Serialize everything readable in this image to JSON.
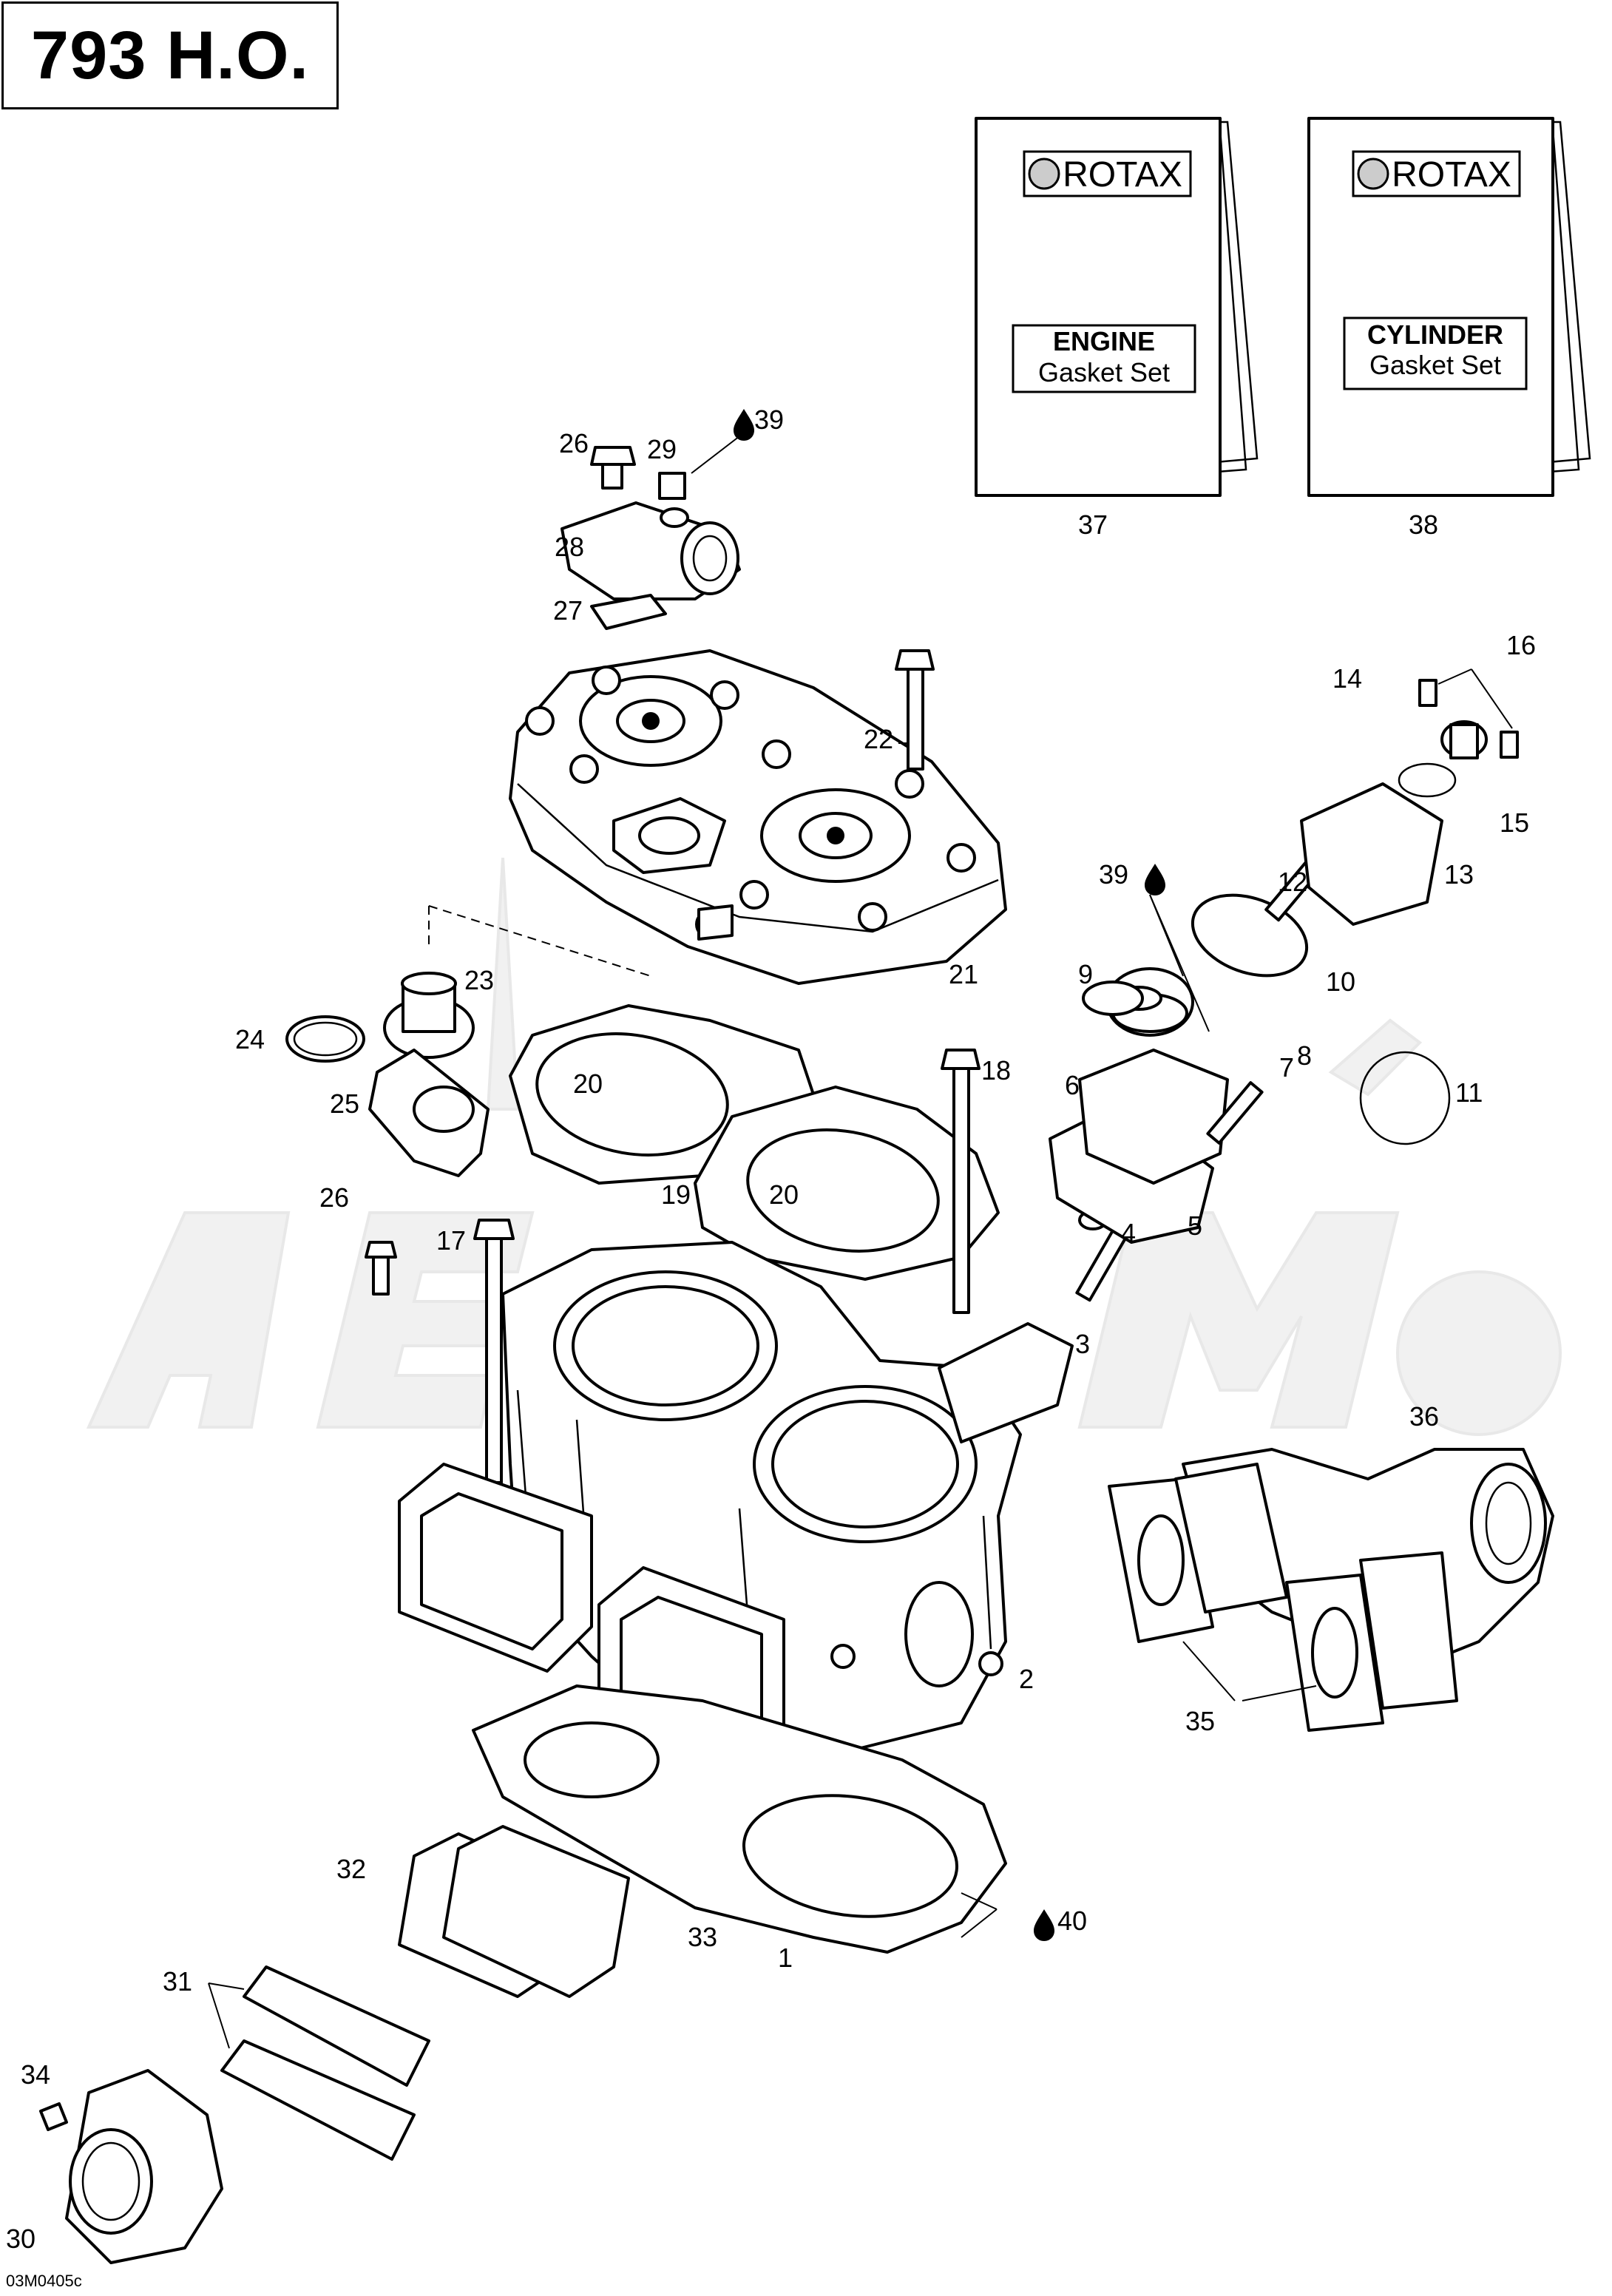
{
  "title": "793 H.O.",
  "doc_code": "03M0405c",
  "kits": [
    {
      "brand": "ROTAX",
      "line1": "ENGINE",
      "line2": "Gasket Set",
      "callout": "37"
    },
    {
      "brand": "ROTAX",
      "line1": "CYLINDER",
      "line2": "Gasket Set",
      "callout": "38"
    }
  ],
  "callouts": {
    "c1": "1",
    "c2": "2",
    "c3": "3",
    "c4": "4",
    "c5": "5",
    "c6": "6",
    "c7": "7",
    "c8": "8",
    "c9": "9",
    "c10": "10",
    "c11": "11",
    "c12": "12",
    "c13": "13",
    "c14": "14",
    "c15": "15",
    "c16": "16",
    "c17": "17",
    "c18": "18",
    "c19": "19",
    "c20a": "20",
    "c20b": "20",
    "c21": "21",
    "c22": "22",
    "c23": "23",
    "c24": "24",
    "c25": "25",
    "c26a": "26",
    "c26b": "26",
    "c27": "27",
    "c28": "28",
    "c29": "29",
    "c30": "30",
    "c31": "31",
    "c32": "32",
    "c33": "33",
    "c34": "34",
    "c35": "35",
    "c36": "36",
    "c39a": "39",
    "c39b": "39",
    "c40": "40"
  },
  "icons": {
    "sealant": "drop-icon",
    "brand_logo": "gear-logo-icon"
  }
}
